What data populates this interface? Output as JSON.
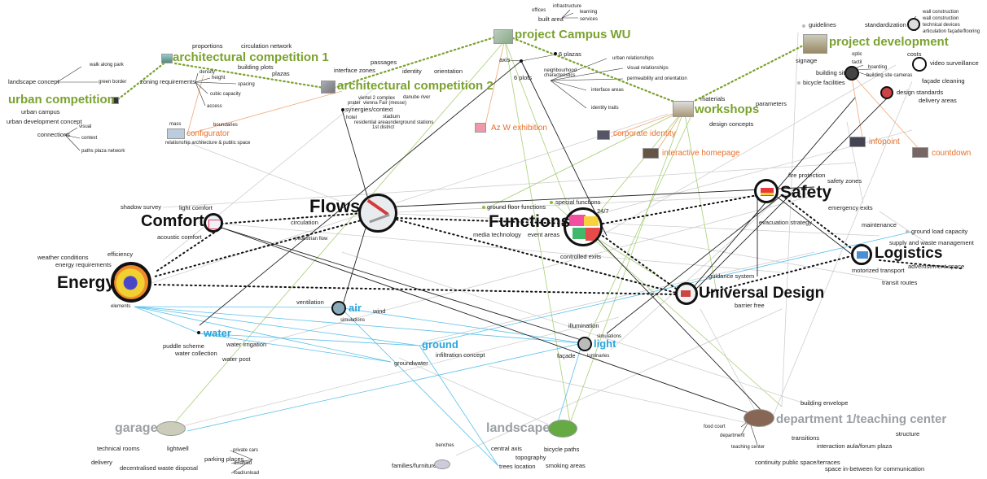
{
  "hubs": {
    "flows": "Flows",
    "functions": "Functions",
    "comfort": "Comfort",
    "energy": "Energy",
    "safety": "Safety",
    "logistics": "Logistics",
    "universal_design": "Universal Design"
  },
  "projects": {
    "urban_competition": "urban competition",
    "architectural_competition_1": "architectural competition 1",
    "architectural_competition_2": "architectural competition 2",
    "project_campus_wu": "project Campus WU",
    "project_development": "project development",
    "workshops": "workshops"
  },
  "orange_items": {
    "configurator": "configurator",
    "az_w_exhibition": "Az W exhibition",
    "corporate_identity": "corporate identity",
    "interactive_homepage": "interactive homepage",
    "infopoint": "infopoint",
    "countdown": "countdown"
  },
  "blue_items": {
    "air": "air",
    "water": "water",
    "ground": "ground",
    "light": "light"
  },
  "grey_items": {
    "garage": "garage",
    "landscape": "landscape",
    "department": "department 1/teaching center"
  },
  "labels": {
    "walk_along_park": "walk along park",
    "green_border": "green border",
    "landscape_concept": "landscape concept",
    "urban_campus": "urban campus",
    "urban_development_concept": "urban development concept",
    "visual": "visual",
    "connections": "connections",
    "context": "context",
    "paths_plaza_network": "paths plaza network",
    "proportions": "proportions",
    "circulation_network": "circulation network",
    "building_plots": "building plots",
    "plazas": "plazas",
    "zoning_requirements": "zoning requirements",
    "density": "density",
    "height": "height",
    "spacing": "spacing",
    "cubic_capacity": "cubic capacity",
    "access": "access",
    "mass": "mass",
    "boundaries": "boundaries",
    "relationship": "relationship architecture & public space",
    "interface_zones": "interface zones",
    "passages": "passages",
    "identity": "identity",
    "orientation": "orientation",
    "synergies": "synergies/context",
    "viertel2": "viertel 2 complex",
    "prater": "prater",
    "vienna_fair": "vienna Fair (messe)",
    "danube_river": "danube river",
    "hotel": "hotel",
    "stadium": "stadium",
    "residential_area": "residential area",
    "underground_stations": "underground stations",
    "first_district": "1st district",
    "offices": "offices",
    "infrastructure": "infrastructure",
    "learning": "learning",
    "built_area": "built area",
    "services": "services",
    "axis": "axis",
    "six_plazas": "6 plazas",
    "six_plots": "6 plots",
    "neighbourhood": "neighbourhood characteristics",
    "urban_relationships": "urban relationships",
    "visual_relationships": "visual relationships",
    "permeability": "permeability and orientation",
    "interface_areas": "interface areas",
    "identity_traits": "identity traits",
    "materials": "materials",
    "parameters": "parameters",
    "design_concepts": "design concepts",
    "guidelines": "guidelines",
    "standardization": "standardization",
    "wall_insulation": "wall construction",
    "wall_construction": "wall construction",
    "technical_devices": "technical devices",
    "articulation": "articulation façade/flooring",
    "costs": "costs",
    "signage": "signage",
    "optic": "optic",
    "tactil": "tactil",
    "hoarding": "hoarding",
    "building_site": "building site",
    "building_site_cameras": "building site cameras",
    "bicycle_facilities": "bicycle facilities",
    "video_surveillance": "video surveillance",
    "facade_cleaning": "façade cleaning",
    "design_standards": "design standards",
    "delivery_areas": "delivery areas",
    "shadow_survey": "shadow survey",
    "light_comfort": "light comfort",
    "circulation": "circulation",
    "acoustic_comfort": "acoustic comfort",
    "pedestrian_flow": "pedestrian flow",
    "ground_floor_functions": "ground floor functions",
    "special_functions": "special functions",
    "twenty_four_seven": "24/7",
    "media_technology": "media technology",
    "event_areas": "event areas",
    "controlled_exits": "controlled exits",
    "fire_protection": "fire protection",
    "safety_zones": "safety zones",
    "emergency_exits": "emergency exits",
    "evacuation_strategy": "evacuation strategy",
    "maintenance": "maintenance",
    "ground_load_capacity": "ground load capacity",
    "supply_waste": "supply and waste management",
    "advertisement_space": "advertisement space",
    "motorized_transport": "motorized transport",
    "guidance_system": "guidance system",
    "transit_routes": "transit routes",
    "barrier_free": "barrier free",
    "weather_conditions": "weather conditions",
    "efficiency": "efficiency",
    "energy_requirements": "energy requirements",
    "elements": "elements",
    "ventilation": "ventilation",
    "wind": "wind",
    "simulations_air": "simulations",
    "puddle_scheme": "puddle scheme",
    "water_irrigation": "water irrigation",
    "water_collection": "water collection",
    "water_post": "water post",
    "infiltration_concept": "infiltration concept",
    "groundwater": "groundwater",
    "illumination": "illumination",
    "simulations_light": "simulations",
    "facade": "façade",
    "luminaries": "luminaries",
    "technical_rooms": "technical rooms",
    "lightwell": "lightwell",
    "delivery": "delivery",
    "decentralised_waste": "decentralised waste disposal",
    "parking_places": "parking places",
    "private_cars": "private cars",
    "disabled": "disabled",
    "load_unload": "load/unload",
    "benches": "benches",
    "families_furniture": "families/furniture",
    "central_axis": "central axis",
    "topography": "topography",
    "trees_location": "trees location",
    "bicycle_paths": "bicycle paths",
    "smoking_areas": "smoking areas",
    "building_envelope": "building envelope",
    "food_court": "food court",
    "department_small": "department",
    "teaching_center_small": "teaching center",
    "transitions": "transitions",
    "structure": "structure",
    "interaction_aula": "interaction aula/forum plaza",
    "continuity": "continuity public space/terraces",
    "space_in_between": "space in-between for communication"
  },
  "colors": {
    "green": "#7aa22f",
    "orange": "#e8702a",
    "blue": "#2aa4dc",
    "grey": "#9aa0a3",
    "black": "#111111"
  }
}
